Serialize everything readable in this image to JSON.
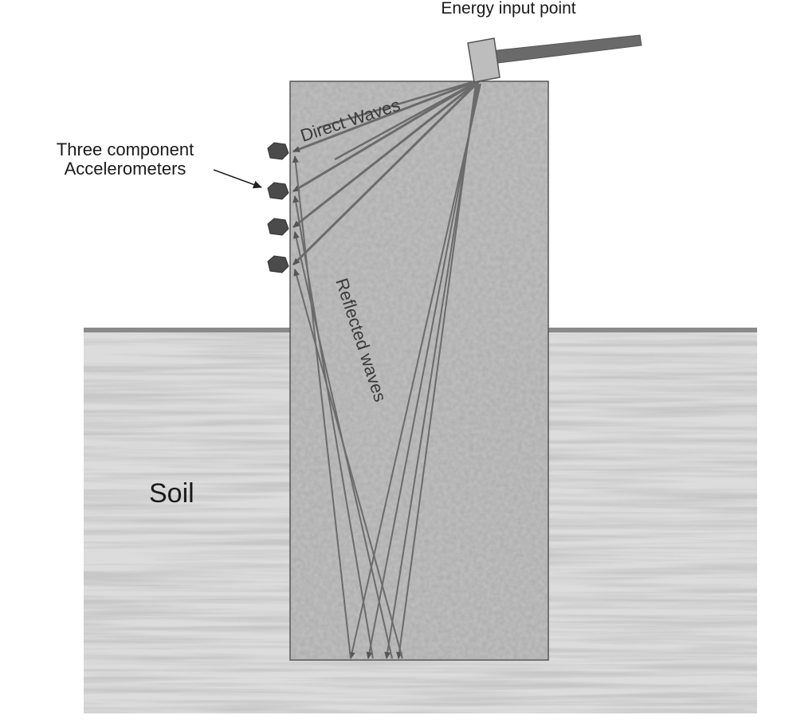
{
  "labels": {
    "energy_input": "Energy input point",
    "accelerometers_line1": "Three component",
    "accelerometers_line2": "Accelerometers",
    "direct_waves": "Direct Waves",
    "reflected_waves": "Reflected waves",
    "soil": "Soil"
  },
  "colors": {
    "soil_base": "#dcdcdc",
    "soil_streak": "#8e8e8e",
    "ground_line": "#8a8a8a",
    "pile_fill": "#bdbdbd",
    "pile_edge": "#555555",
    "wave_line": "#6b6b6b",
    "sensor": "#4b4b4b",
    "hammer_head": "#bdbdbd",
    "hammer_handle": "#6a6a6a"
  }
}
